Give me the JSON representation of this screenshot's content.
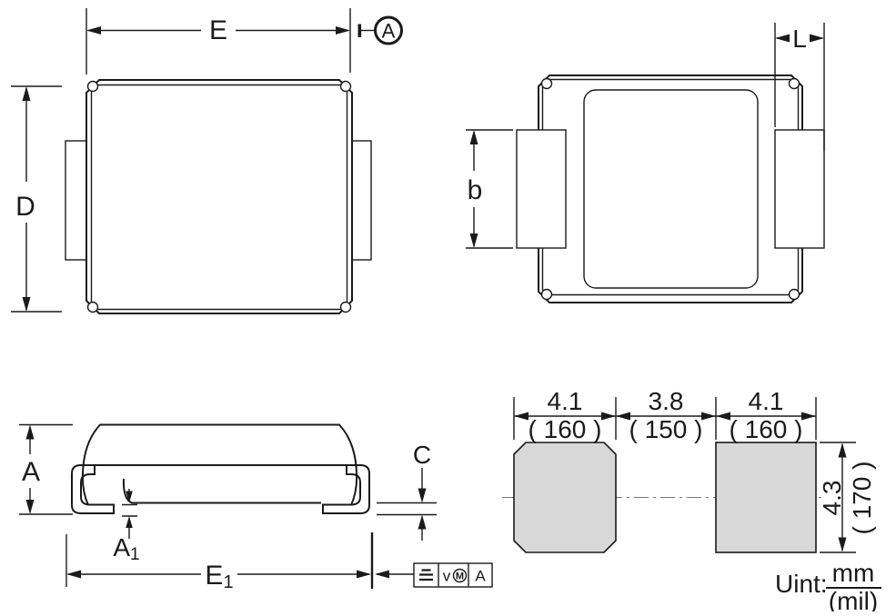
{
  "diagram": {
    "title": "package-outline-drawing",
    "top_view": {
      "dim_width": "E",
      "dim_height": "D",
      "datum": "A"
    },
    "bottom_view": {
      "dim_pad_width": "b",
      "dim_lead_length": "L"
    },
    "side_view": {
      "dim_height": "A",
      "dim_standoff_base": "A",
      "dim_standoff_sub": "1",
      "dim_span_base": "E",
      "dim_span_sub": "1",
      "dim_lead_thickness": "C",
      "fcf": {
        "tolerance": "v",
        "modifier": "M",
        "datum": "A"
      }
    },
    "land_pattern": {
      "dims_top": [
        {
          "mm": "4.1",
          "mil": "( 160 )"
        },
        {
          "mm": "3.8",
          "mil": "( 150 )"
        },
        {
          "mm": "4.1",
          "mil": "( 160 )"
        }
      ],
      "dim_side": {
        "mm": "4.3",
        "mil": "( 170 )"
      },
      "unit": {
        "label": "Uint:",
        "numerator": "mm",
        "denominator": "(mil)"
      }
    },
    "colors": {
      "line": "#1a1a1a",
      "pad_fill": "#d8d8d8",
      "background": "#ffffff"
    }
  }
}
